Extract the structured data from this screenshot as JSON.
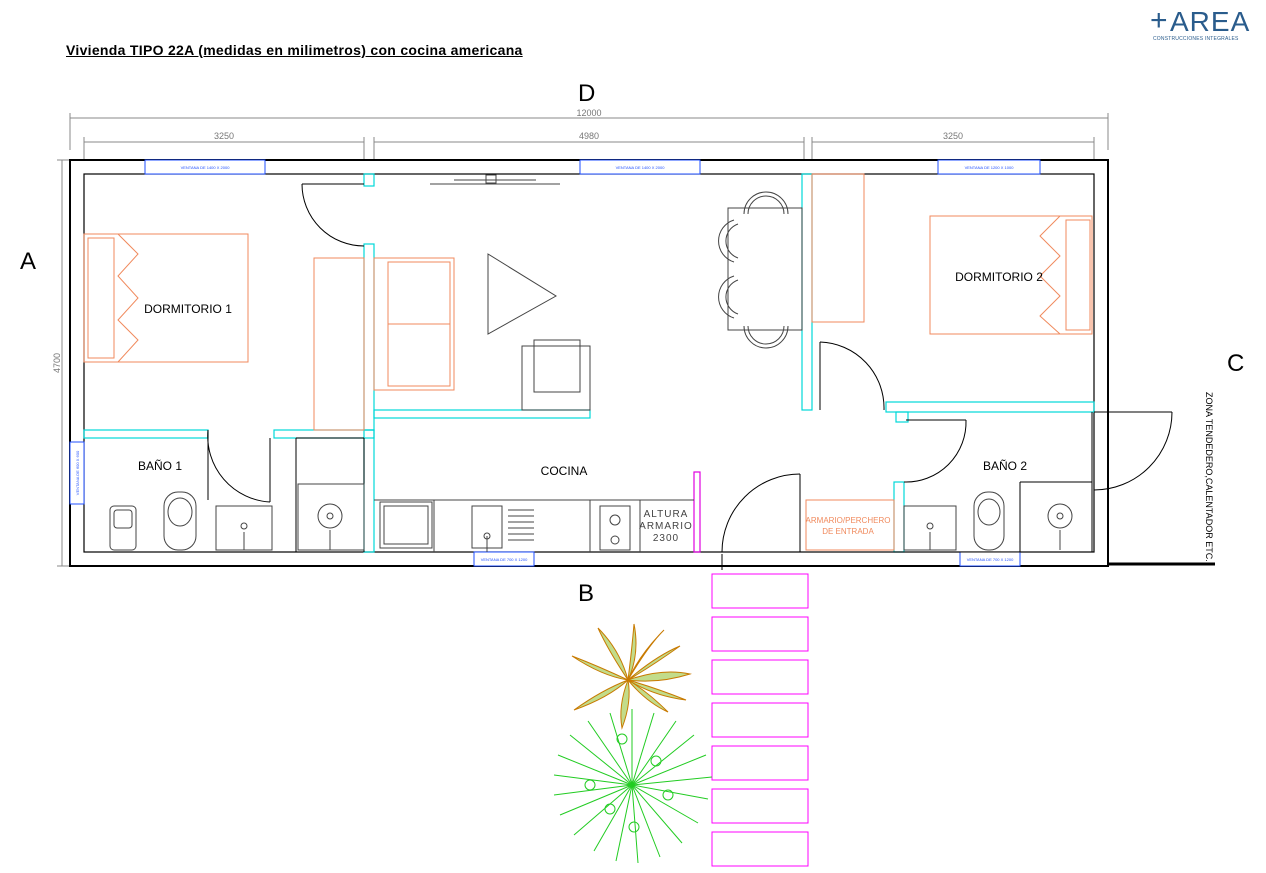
{
  "title": "Vivienda TIPO 22A (medidas en milimetros) con cocina americana",
  "logo": {
    "symbol": "+",
    "word": "AREA",
    "tagline": "CONSTRUCCIONES INTEGRALES"
  },
  "sides": {
    "top": "D",
    "left": "A",
    "right": "C",
    "bottom": "B"
  },
  "dimensions": {
    "total_width": "12000",
    "segment_left": "3250",
    "segment_middle": "4980",
    "segment_right": "3250",
    "depth": "4700"
  },
  "rooms": {
    "dormitorio1": "DORMITORIO 1",
    "dormitorio2": "DORMITORIO 2",
    "bano1": "BAÑO 1",
    "bano2": "BAÑO 2",
    "cocina": "COCINA"
  },
  "notes": {
    "altura_armario_1": "ALTURA",
    "altura_armario_2": "ARMARIO",
    "altura_armario_3": "2300",
    "armario_entrada_1": "ARMARIO/PERCHERO",
    "armario_entrada_2": "DE ENTRADA",
    "tendedero": "ZONA TENDEDERO,CALENTADOR ETC."
  },
  "windows": {
    "top_left": "VENTANA DE 1400 X 2000",
    "top_middle": "VENTANA DE 1400 X 2000",
    "top_right": "VENTANA DE 1200 X 1000",
    "left_bath": "VENTANA DE 600 X 600",
    "bottom_middle": "VENTANA DE 700 X 1200",
    "bottom_right": "VENTANA DE 700 X 1200"
  },
  "colors": {
    "wall": "#000000",
    "furniture": "#f08a5d",
    "partition": "#00e5e5",
    "window": "#1f4fff",
    "path": "#ff00ff",
    "plant_palm": "#c87a00",
    "plant_grass": "#22cc22"
  }
}
